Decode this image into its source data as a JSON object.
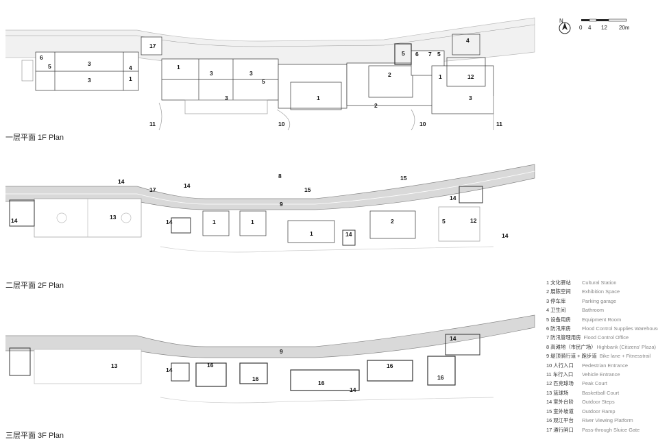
{
  "north": "N",
  "scale": {
    "ticks": [
      "0",
      "4",
      "12",
      "20m"
    ]
  },
  "plans": [
    {
      "title": "一层平面 1F Plan",
      "labels": [
        "6",
        "5",
        "3",
        "3",
        "4",
        "1",
        "17",
        "1",
        "3",
        "3",
        "5",
        "3",
        "1",
        "2",
        "2",
        "5",
        "6",
        "7",
        "5",
        "4",
        "1",
        "12",
        "3",
        "10",
        "10",
        "11",
        "11"
      ]
    },
    {
      "title": "二层平面 2F Plan",
      "labels": [
        "14",
        "17",
        "14",
        "8",
        "15",
        "15",
        "9",
        "14",
        "13",
        "14",
        "1",
        "1",
        "1",
        "14",
        "2",
        "5",
        "12",
        "14",
        "14"
      ]
    },
    {
      "title": "三层平面 3F Plan",
      "labels": [
        "9",
        "13",
        "14",
        "16",
        "16",
        "16",
        "14",
        "16",
        "16",
        "14"
      ]
    }
  ],
  "legend": [
    {
      "zh": "1 文化驿站",
      "en": "Cultural Station"
    },
    {
      "zh": "2 展陈空间",
      "en": "Exhibition Space"
    },
    {
      "zh": "3 停车库",
      "en": "Parking garage"
    },
    {
      "zh": "4 卫生间",
      "en": "Bathroom"
    },
    {
      "zh": "5 设备用房",
      "en": "Equipment Room"
    },
    {
      "zh": "6 防汛库房",
      "en": "Flood Control Supplies Warehouse"
    },
    {
      "zh": "7 防汛管理用房",
      "en": "Flood Control Office"
    },
    {
      "zh": "8 高滩地（市民广场）",
      "en": "Highbank (Citizens' Plaza)"
    },
    {
      "zh": "9 堤顶骑行道 + 跑步道",
      "en": "Bike lane + Fitnesstrail"
    },
    {
      "zh": "10 人行入口",
      "en": "Pedestrian Entrance"
    },
    {
      "zh": "11 车行入口",
      "en": "Vehicle Entrance"
    },
    {
      "zh": "12 匹克球场",
      "en": "Peak Court"
    },
    {
      "zh": "13 篮球场",
      "en": "Basketball Court"
    },
    {
      "zh": "14 室外台阶",
      "en": "Outdoor Steps"
    },
    {
      "zh": "15 室外坡道",
      "en": "Outdoor Ramp"
    },
    {
      "zh": "16 观江平台",
      "en": "River Viewing Platform"
    },
    {
      "zh": "17 通行闸口",
      "en": "Pass-through Sluice Gate"
    }
  ],
  "colors": {
    "line": "#333333",
    "faint": "#bfbfbf",
    "road": "#e4e4e4",
    "dike": "#d9d9d9"
  }
}
